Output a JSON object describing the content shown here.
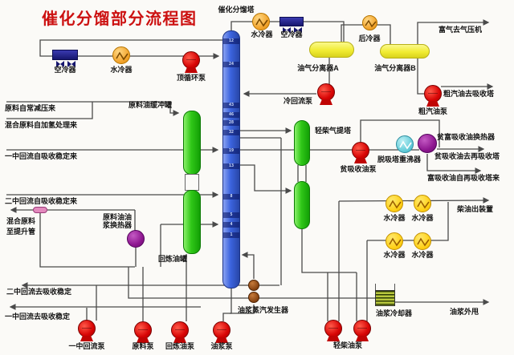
{
  "title": "催化分馏部分流程图",
  "colors": {
    "title": "#cc1111",
    "line": "#4a4a4a",
    "tower_blue": "#3c64de",
    "vessel_green": "#30c818",
    "vessel_yellow": "#f1ec33",
    "pump_red": "#d80505",
    "cooler_orange": "#f2a32b",
    "cooler_yellow": "#ffd017",
    "exchanger_purple": "#8e1790",
    "reboiler_cyan": "#63cbd8",
    "generator_brown": "#8a4613",
    "aircooler_navy": "#16166e"
  },
  "tower": {
    "label": "催化分馏塔",
    "trays": [
      "12",
      "24",
      "43",
      "46",
      "28",
      "32",
      "19",
      "13",
      "8",
      "5",
      "4",
      "1"
    ]
  },
  "equipment": {
    "air_cooler_top": "空冷器",
    "water_cooler_top": "水冷器",
    "top_circulation_pump": "顶循环泵",
    "water_cooler_ovhd": "水冷器",
    "air_cooler_ovhd": "空冷器",
    "separator_a": "油气分离器A",
    "after_cooler": "后冷器",
    "separator_b": "油气分离器B",
    "cold_reflux_pump": "冷回流泵",
    "crude_gasoline_pump": "粗汽油泵",
    "feed_buffer_tank": "原料油缓冲罐",
    "recycle_oil_tank": "回炼油罐",
    "feed_slurry_exchanger": "原料油油浆换热器",
    "light_diesel_stripper": "轻柴气提塔",
    "lean_absorption_oil_pump": "贫吸收油泵",
    "desorber_reboiler": "脱吸塔重沸器",
    "lean_rich_exchanger": "贫富吸收油换热器",
    "water_cooler_1": "水冷器",
    "water_cooler_2": "水冷器",
    "water_cooler_3": "水冷器",
    "water_cooler_4": "水冷器",
    "slurry_steam_generator": "油浆蒸汽发生器",
    "slurry_cooler": "油浆冷却器",
    "mid1_reflux_pump": "一中回流泵",
    "feed_pump": "原料泵",
    "recycle_oil_pump": "回炼油泵",
    "slurry_pump": "油浆泵",
    "light_diesel_pump": "轻柴油泵"
  },
  "streams": {
    "feed_from_cdu": "原料自常减压来",
    "mixed_feed_from_hydrotreater": "混合原料自加氢处理来",
    "mid1_reflux_in": "一中回流自吸收稳定来",
    "mid2_reflux_in": "二中回流自吸收稳定来",
    "mixed_feed_line1": "混合原料",
    "mixed_feed_line2": "至提升管",
    "mid2_reflux_out": "二中回流去吸收稳定",
    "mid1_reflux_out": "一中回流去吸收稳定",
    "rich_gas_out": "富气去气压机",
    "crude_gasoline_out": "粗汽油去吸收塔",
    "lean_oil_out": "贫吸收油去再吸收塔",
    "rich_oil_in": "富吸收油自再吸收塔来",
    "diesel_out": "柴油出装置",
    "slurry_out": "油浆外甩"
  }
}
